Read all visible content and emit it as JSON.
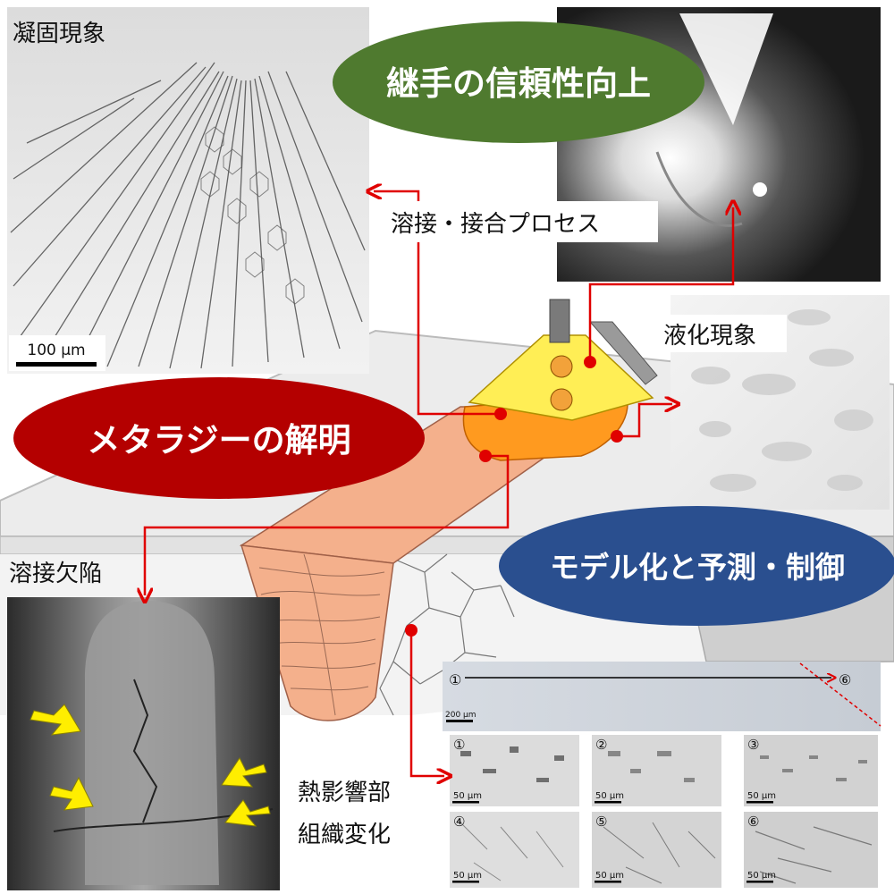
{
  "labels": {
    "solidification": "凝固現象",
    "process": "溶接・接合プロセス",
    "liquation": "液化現象",
    "defect": "溶接欠陥",
    "haz_line1": "熱影響部",
    "haz_line2": "組織変化"
  },
  "ovals": {
    "reliability": "継手の信頼性向上",
    "metallurgy": "メタラジーの解明",
    "modeling": "モデル化と予測・制御"
  },
  "scale_bars": {
    "solidification": "100 µm",
    "haz_strip": "200 µm",
    "micro": "50 µm"
  },
  "haz_strip": {
    "start": "①",
    "end": "⑥"
  },
  "micrographs": [
    {
      "num": "①",
      "scale": "50 µm"
    },
    {
      "num": "②",
      "scale": "50 µm"
    },
    {
      "num": "③",
      "scale": "50 µm"
    },
    {
      "num": "④",
      "scale": "50 µm"
    },
    {
      "num": "⑤",
      "scale": "50 µm"
    },
    {
      "num": "⑥",
      "scale": "50 µm"
    }
  ],
  "colors": {
    "reliability_oval": "#4f7a2f",
    "metallurgy_oval": "#b40000",
    "modeling_oval": "#2a4f8f",
    "arrow": "#e00000",
    "weld_bead": "#f4b08c",
    "melt_pool": "#ff9a1f",
    "heat_source": "#ffee55"
  }
}
